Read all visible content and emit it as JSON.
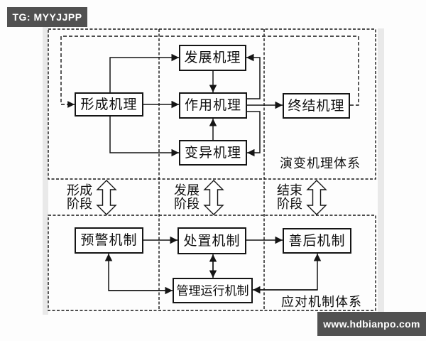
{
  "badge": {
    "text": "TG: MYYJJPP"
  },
  "banner": {
    "url": "www.hdbianpo.com"
  },
  "colors": {
    "watermark_bg": "#515151",
    "watermark_text": "#ffffff",
    "line": "#151515",
    "box_bg": "#ffffff"
  },
  "top_system": {
    "label": "演变机理体系",
    "box_formation": "形成机理",
    "box_development": "发展机理",
    "box_action": "作用机理",
    "box_variation": "变异机理",
    "box_termination": "终结机理"
  },
  "stages": [
    {
      "line1": "形成",
      "line2": "阶段"
    },
    {
      "line1": "发展",
      "line2": "阶段"
    },
    {
      "line1": "结束",
      "line2": "阶段"
    }
  ],
  "bottom_system": {
    "label": "应对机制体系",
    "box_warning": "预警机制",
    "box_disposal": "处置机制",
    "box_aftermath": "善后机制",
    "box_management": "管理运行机制"
  }
}
